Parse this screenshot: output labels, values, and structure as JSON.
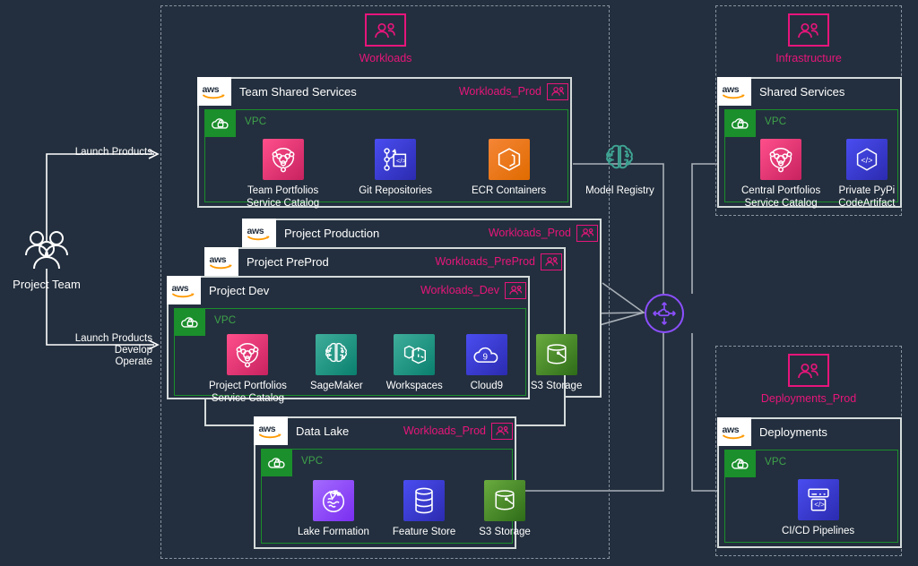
{
  "diagram": {
    "background_color": "#232f3e",
    "accent_ou_color": "#e7157b",
    "vpc_color": "#1a8f2b",
    "hub_color": "#8c4fff"
  },
  "actor": {
    "label": "Project Team",
    "icon": "users-group-icon"
  },
  "edges": [
    {
      "id": "launch-products-top",
      "label": "Launch Products"
    },
    {
      "id": "launch-products-dev",
      "label": "Launch Products\nDevelop\nOperate"
    }
  ],
  "hub": {
    "name": "transit-gateway",
    "icon": "transit-gateway-icon"
  },
  "groups": [
    {
      "id": "workloads",
      "head_label": "Workloads",
      "head_icon": "ou-users-icon"
    },
    {
      "id": "infrastructure",
      "head_label": "Infrastructure",
      "head_icon": "ou-users-icon"
    },
    {
      "id": "deployments",
      "head_label": "Deployments_Prod",
      "head_icon": "ou-users-icon"
    }
  ],
  "accounts": [
    {
      "id": "team-shared-services",
      "title": "Team Shared Services",
      "ou_label": "Workloads_Prod",
      "ou_badge_icon": "ou-users-icon",
      "vpc_label": "VPC",
      "vpc_icon": "vpc-cloud-lock-icon",
      "services": [
        {
          "name": "Team Portfolios\nService Catalog",
          "icon": "service-catalog-icon",
          "fill": "#e7157b",
          "style": "gradient-pink"
        },
        {
          "name": "Git Repositories",
          "icon": "codecommit-icon",
          "fill": "#3334b9",
          "style": "gradient-blue"
        },
        {
          "name": "ECR Containers",
          "icon": "ecr-icon",
          "fill": "#ed7100",
          "style": "gradient-orange"
        },
        {
          "name": "Model Registry",
          "icon": "model-registry-brain-icon",
          "fill": "transparent",
          "style": "outline-teal"
        }
      ]
    },
    {
      "id": "project-production",
      "title": "Project Production",
      "ou_label": "Workloads_Prod",
      "ou_badge_icon": "ou-users-icon"
    },
    {
      "id": "project-preprod",
      "title": "Project PreProd",
      "ou_label": "Workloads_PreProd",
      "ou_badge_icon": "ou-users-icon"
    },
    {
      "id": "project-dev",
      "title": "Project Dev",
      "ou_label": "Workloads_Dev",
      "ou_badge_icon": "ou-users-icon",
      "vpc_label": "VPC",
      "vpc_icon": "vpc-cloud-lock-icon",
      "services": [
        {
          "name": "Project Portfolios\nService Catalog",
          "icon": "service-catalog-icon",
          "fill": "#e7157b",
          "style": "gradient-pink"
        },
        {
          "name": "SageMaker",
          "icon": "sagemaker-brain-icon",
          "fill": "#01a88d",
          "style": "gradient-teal"
        },
        {
          "name": "Workspaces",
          "icon": "workspaces-icon",
          "fill": "#01a88d",
          "style": "gradient-teal"
        },
        {
          "name": "Cloud9",
          "icon": "cloud9-icon",
          "fill": "#3334b9",
          "style": "gradient-blue"
        },
        {
          "name": "S3 Storage",
          "icon": "s3-bucket-icon",
          "fill": "#3f8624",
          "style": "gradient-green"
        }
      ]
    },
    {
      "id": "data-lake",
      "title": "Data Lake",
      "ou_label": "Workloads_Prod",
      "ou_badge_icon": "ou-users-icon",
      "vpc_label": "VPC",
      "vpc_icon": "vpc-cloud-lock-icon",
      "services": [
        {
          "name": "Lake Formation",
          "icon": "lake-formation-icon",
          "fill": "#8c4fff",
          "style": "gradient-purple"
        },
        {
          "name": "Feature Store",
          "icon": "feature-store-db-icon",
          "fill": "#3334b9",
          "style": "gradient-blue"
        },
        {
          "name": "S3 Storage",
          "icon": "s3-bucket-icon",
          "fill": "#3f8624",
          "style": "gradient-green"
        }
      ]
    },
    {
      "id": "shared-services",
      "title": "Shared Services",
      "ou_label": "",
      "vpc_label": "VPC",
      "vpc_icon": "vpc-cloud-lock-icon",
      "services": [
        {
          "name": "Central Portfolios\nService Catalog",
          "icon": "service-catalog-icon",
          "fill": "#e7157b",
          "style": "gradient-pink"
        },
        {
          "name": "Private PyPi\nCodeArtifact",
          "icon": "codeartifact-icon",
          "fill": "#3334b9",
          "style": "gradient-blue"
        }
      ]
    },
    {
      "id": "deployments",
      "title": "Deployments",
      "ou_label": "",
      "vpc_label": "VPC",
      "vpc_icon": "vpc-cloud-lock-icon",
      "services": [
        {
          "name": "CI/CD Pipelines",
          "icon": "codepipeline-icon",
          "fill": "#3334b9",
          "style": "gradient-blue"
        }
      ]
    }
  ]
}
